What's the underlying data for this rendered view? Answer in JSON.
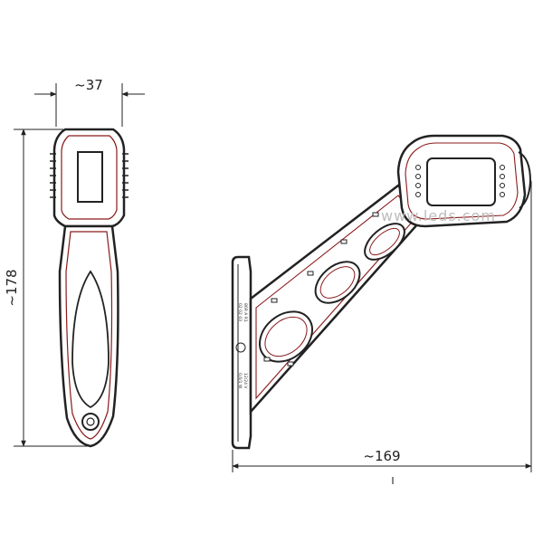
{
  "dimensions": {
    "width_label": "~37",
    "height_label": "~178",
    "length_label": "~169"
  },
  "watermark": "www.leds.com",
  "plate_text": [
    "86R A R1",
    "02 02 03",
    "12/24 V",
    "0,6/1 W"
  ],
  "footer_mark": "I",
  "colors": {
    "line": "#222222",
    "accent": "#8a1a1a",
    "lens": "#dddddd"
  }
}
